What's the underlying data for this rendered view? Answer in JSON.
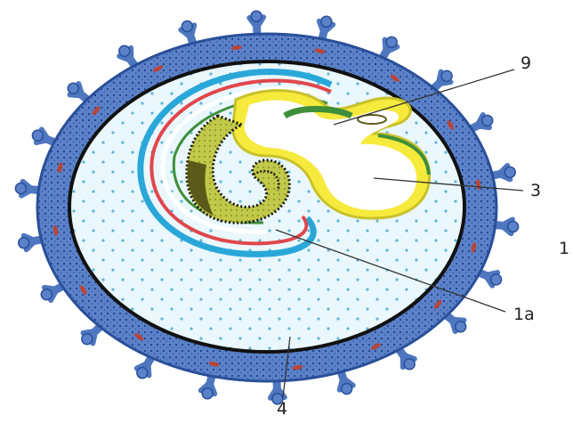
{
  "labels": {
    "nine": "9",
    "three": "3",
    "one": "1",
    "one_a": "1a",
    "four": "4"
  },
  "colors": {
    "chorion_fill": "#5b82c8",
    "chorion_speckle": "#1e3f8a",
    "chorion_dark_edge": "#1a1a1a",
    "exocoelom_fill": "#e8f6fb",
    "exocoelom_dots": "#5fb7d6",
    "amnion_red": "#e0474c",
    "amnion_blue": "#2aa7d9",
    "yolk_sac_yellow": "#f6ea3c",
    "yolk_sac_inner": "#ffffff",
    "green_line": "#3f8f3a",
    "embryo_olive": "#b8c23a",
    "embryo_dark": "#5c5a1a",
    "vessel_red": "#b8453a",
    "leader_line": "#333333"
  }
}
